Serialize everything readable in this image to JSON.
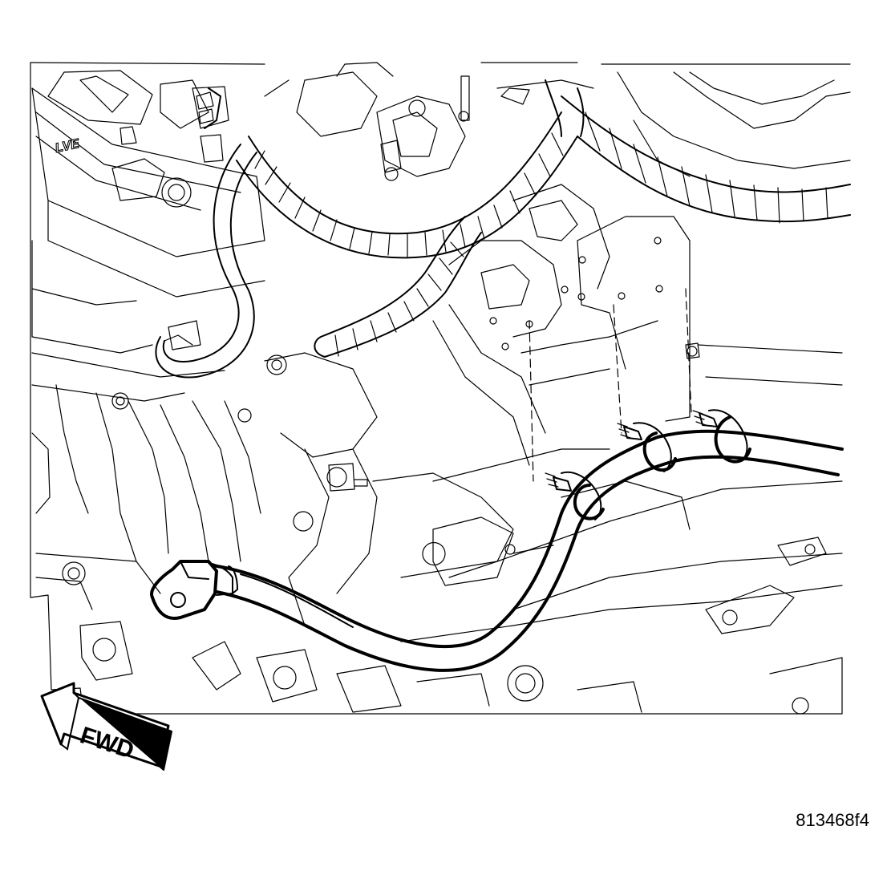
{
  "figure": {
    "id_label": "813468f4",
    "fwd_label": "FWD",
    "engraved_text": "LVE"
  },
  "colors": {
    "line": "#000000",
    "background": "#ffffff"
  },
  "icons": [
    "forward-arrow-icon"
  ]
}
